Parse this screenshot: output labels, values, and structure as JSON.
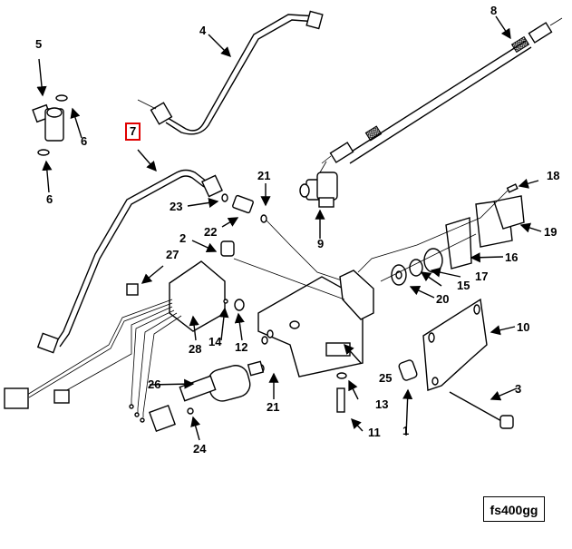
{
  "diagram": {
    "title": "Fuel system exploded parts view",
    "figure_id": "fs400gg",
    "highlight_color": "#e00000",
    "callouts": [
      {
        "id": "c1",
        "label": "1",
        "part": "spacer"
      },
      {
        "id": "c2",
        "label": "2",
        "part": "bolt"
      },
      {
        "id": "c3",
        "label": "3",
        "part": "cap-screw"
      },
      {
        "id": "c4",
        "label": "4",
        "part": "fuel-line"
      },
      {
        "id": "c5",
        "label": "5",
        "part": "fitting"
      },
      {
        "id": "c6a",
        "label": "6",
        "part": "o-ring-upper"
      },
      {
        "id": "c6b",
        "label": "6",
        "part": "o-ring-lower"
      },
      {
        "id": "c7",
        "label": "7",
        "part": "fuel-line",
        "highlighted": true
      },
      {
        "id": "c8",
        "label": "8",
        "part": "hose"
      },
      {
        "id": "c9",
        "label": "9",
        "part": "elbow-fitting"
      },
      {
        "id": "c10",
        "label": "10",
        "part": "bracket"
      },
      {
        "id": "c11",
        "label": "11",
        "part": "screw"
      },
      {
        "id": "c12",
        "label": "12",
        "part": "nut"
      },
      {
        "id": "c13",
        "label": "13",
        "part": "washer"
      },
      {
        "id": "c14",
        "label": "14",
        "part": "lock-washer"
      },
      {
        "id": "c15",
        "label": "15",
        "part": "washer"
      },
      {
        "id": "c16",
        "label": "16",
        "part": "gasket"
      },
      {
        "id": "c17",
        "label": "17",
        "part": "o-ring"
      },
      {
        "id": "c18",
        "label": "18",
        "part": "screw"
      },
      {
        "id": "c19",
        "label": "19",
        "part": "cover"
      },
      {
        "id": "c20",
        "label": "20",
        "part": "seal"
      },
      {
        "id": "c21a",
        "label": "21",
        "part": "o-ring-upper"
      },
      {
        "id": "c21b",
        "label": "21",
        "part": "o-ring-lower"
      },
      {
        "id": "c22",
        "label": "22",
        "part": "fitting"
      },
      {
        "id": "c23",
        "label": "23",
        "part": "o-ring"
      },
      {
        "id": "c24",
        "label": "24",
        "part": "o-ring"
      },
      {
        "id": "c25",
        "label": "25",
        "part": "housing"
      },
      {
        "id": "c26",
        "label": "26",
        "part": "solenoid"
      },
      {
        "id": "c27",
        "label": "27",
        "part": "fuse"
      },
      {
        "id": "c28",
        "label": "28",
        "part": "relay-harness"
      }
    ]
  }
}
